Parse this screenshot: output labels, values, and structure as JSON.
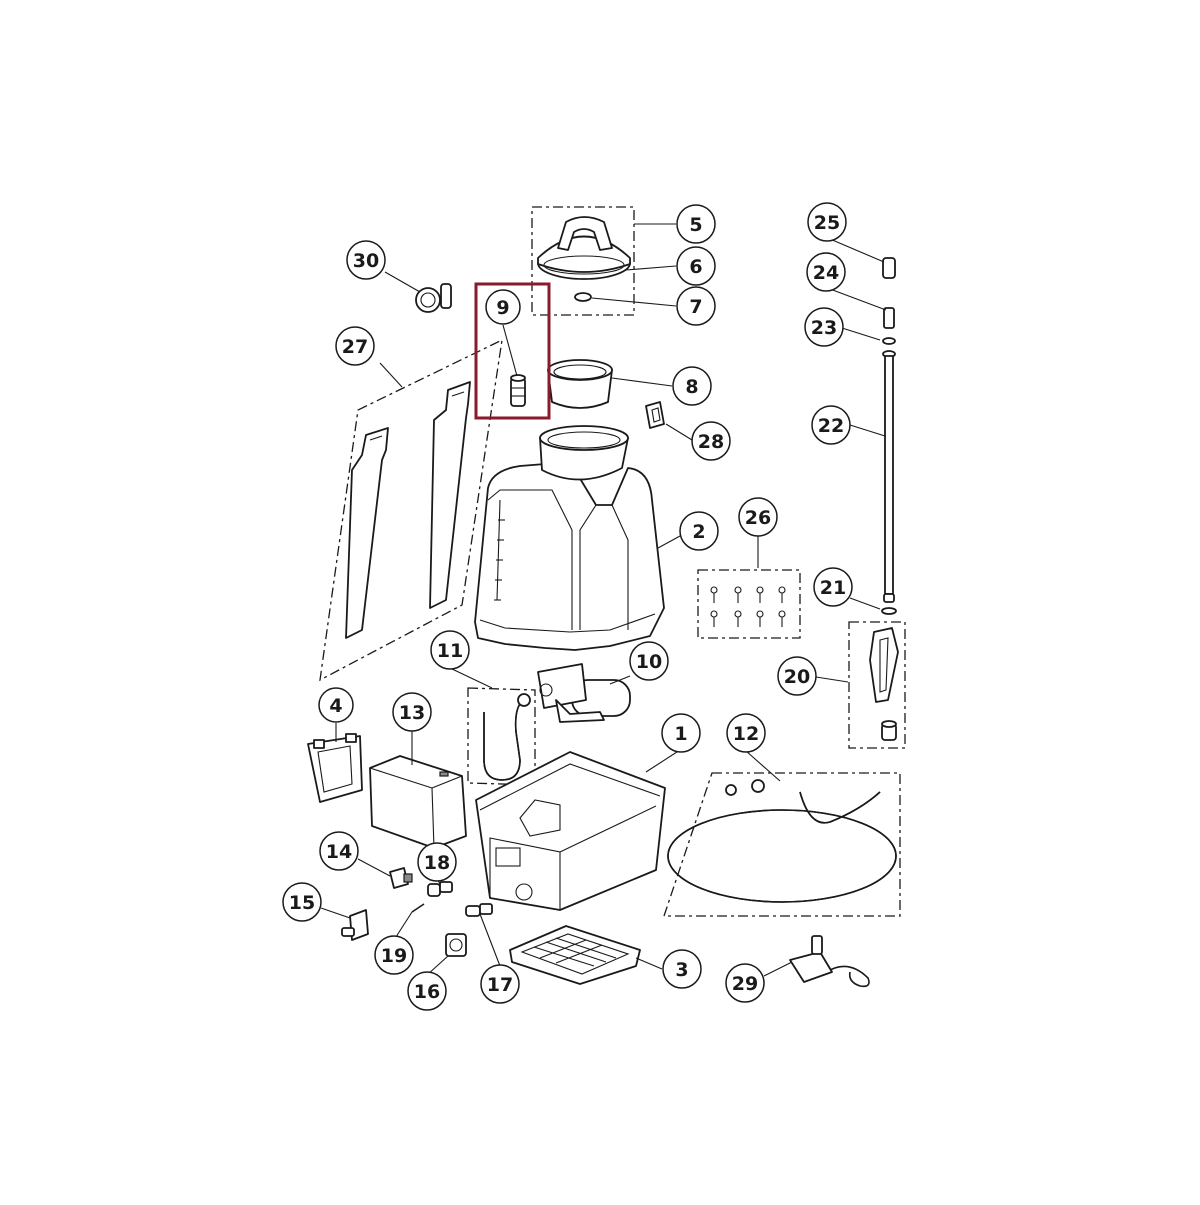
{
  "diagram": {
    "highlight_color": "#8b1a2b",
    "highlighted_part": "9",
    "callouts": [
      {
        "label": "1"
      },
      {
        "label": "2"
      },
      {
        "label": "3"
      },
      {
        "label": "4"
      },
      {
        "label": "5"
      },
      {
        "label": "6"
      },
      {
        "label": "7"
      },
      {
        "label": "8"
      },
      {
        "label": "9"
      },
      {
        "label": "10"
      },
      {
        "label": "11"
      },
      {
        "label": "12"
      },
      {
        "label": "13"
      },
      {
        "label": "14"
      },
      {
        "label": "15"
      },
      {
        "label": "16"
      },
      {
        "label": "17"
      },
      {
        "label": "18"
      },
      {
        "label": "19"
      },
      {
        "label": "20"
      },
      {
        "label": "21"
      },
      {
        "label": "22"
      },
      {
        "label": "23"
      },
      {
        "label": "24"
      },
      {
        "label": "25"
      },
      {
        "label": "26"
      },
      {
        "label": "27"
      },
      {
        "label": "28"
      },
      {
        "label": "29"
      },
      {
        "label": "30"
      }
    ]
  }
}
